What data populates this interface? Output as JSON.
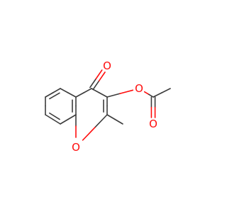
{
  "molecule": {
    "bond_color": "#3c3c3c",
    "oxygen_color": "#ff0d0d",
    "atom_labels": {
      "ketone_oxygen": "O",
      "ester_oxygen": "O",
      "carbonyl_oxygen": "O",
      "ring_oxygen": "O"
    }
  }
}
